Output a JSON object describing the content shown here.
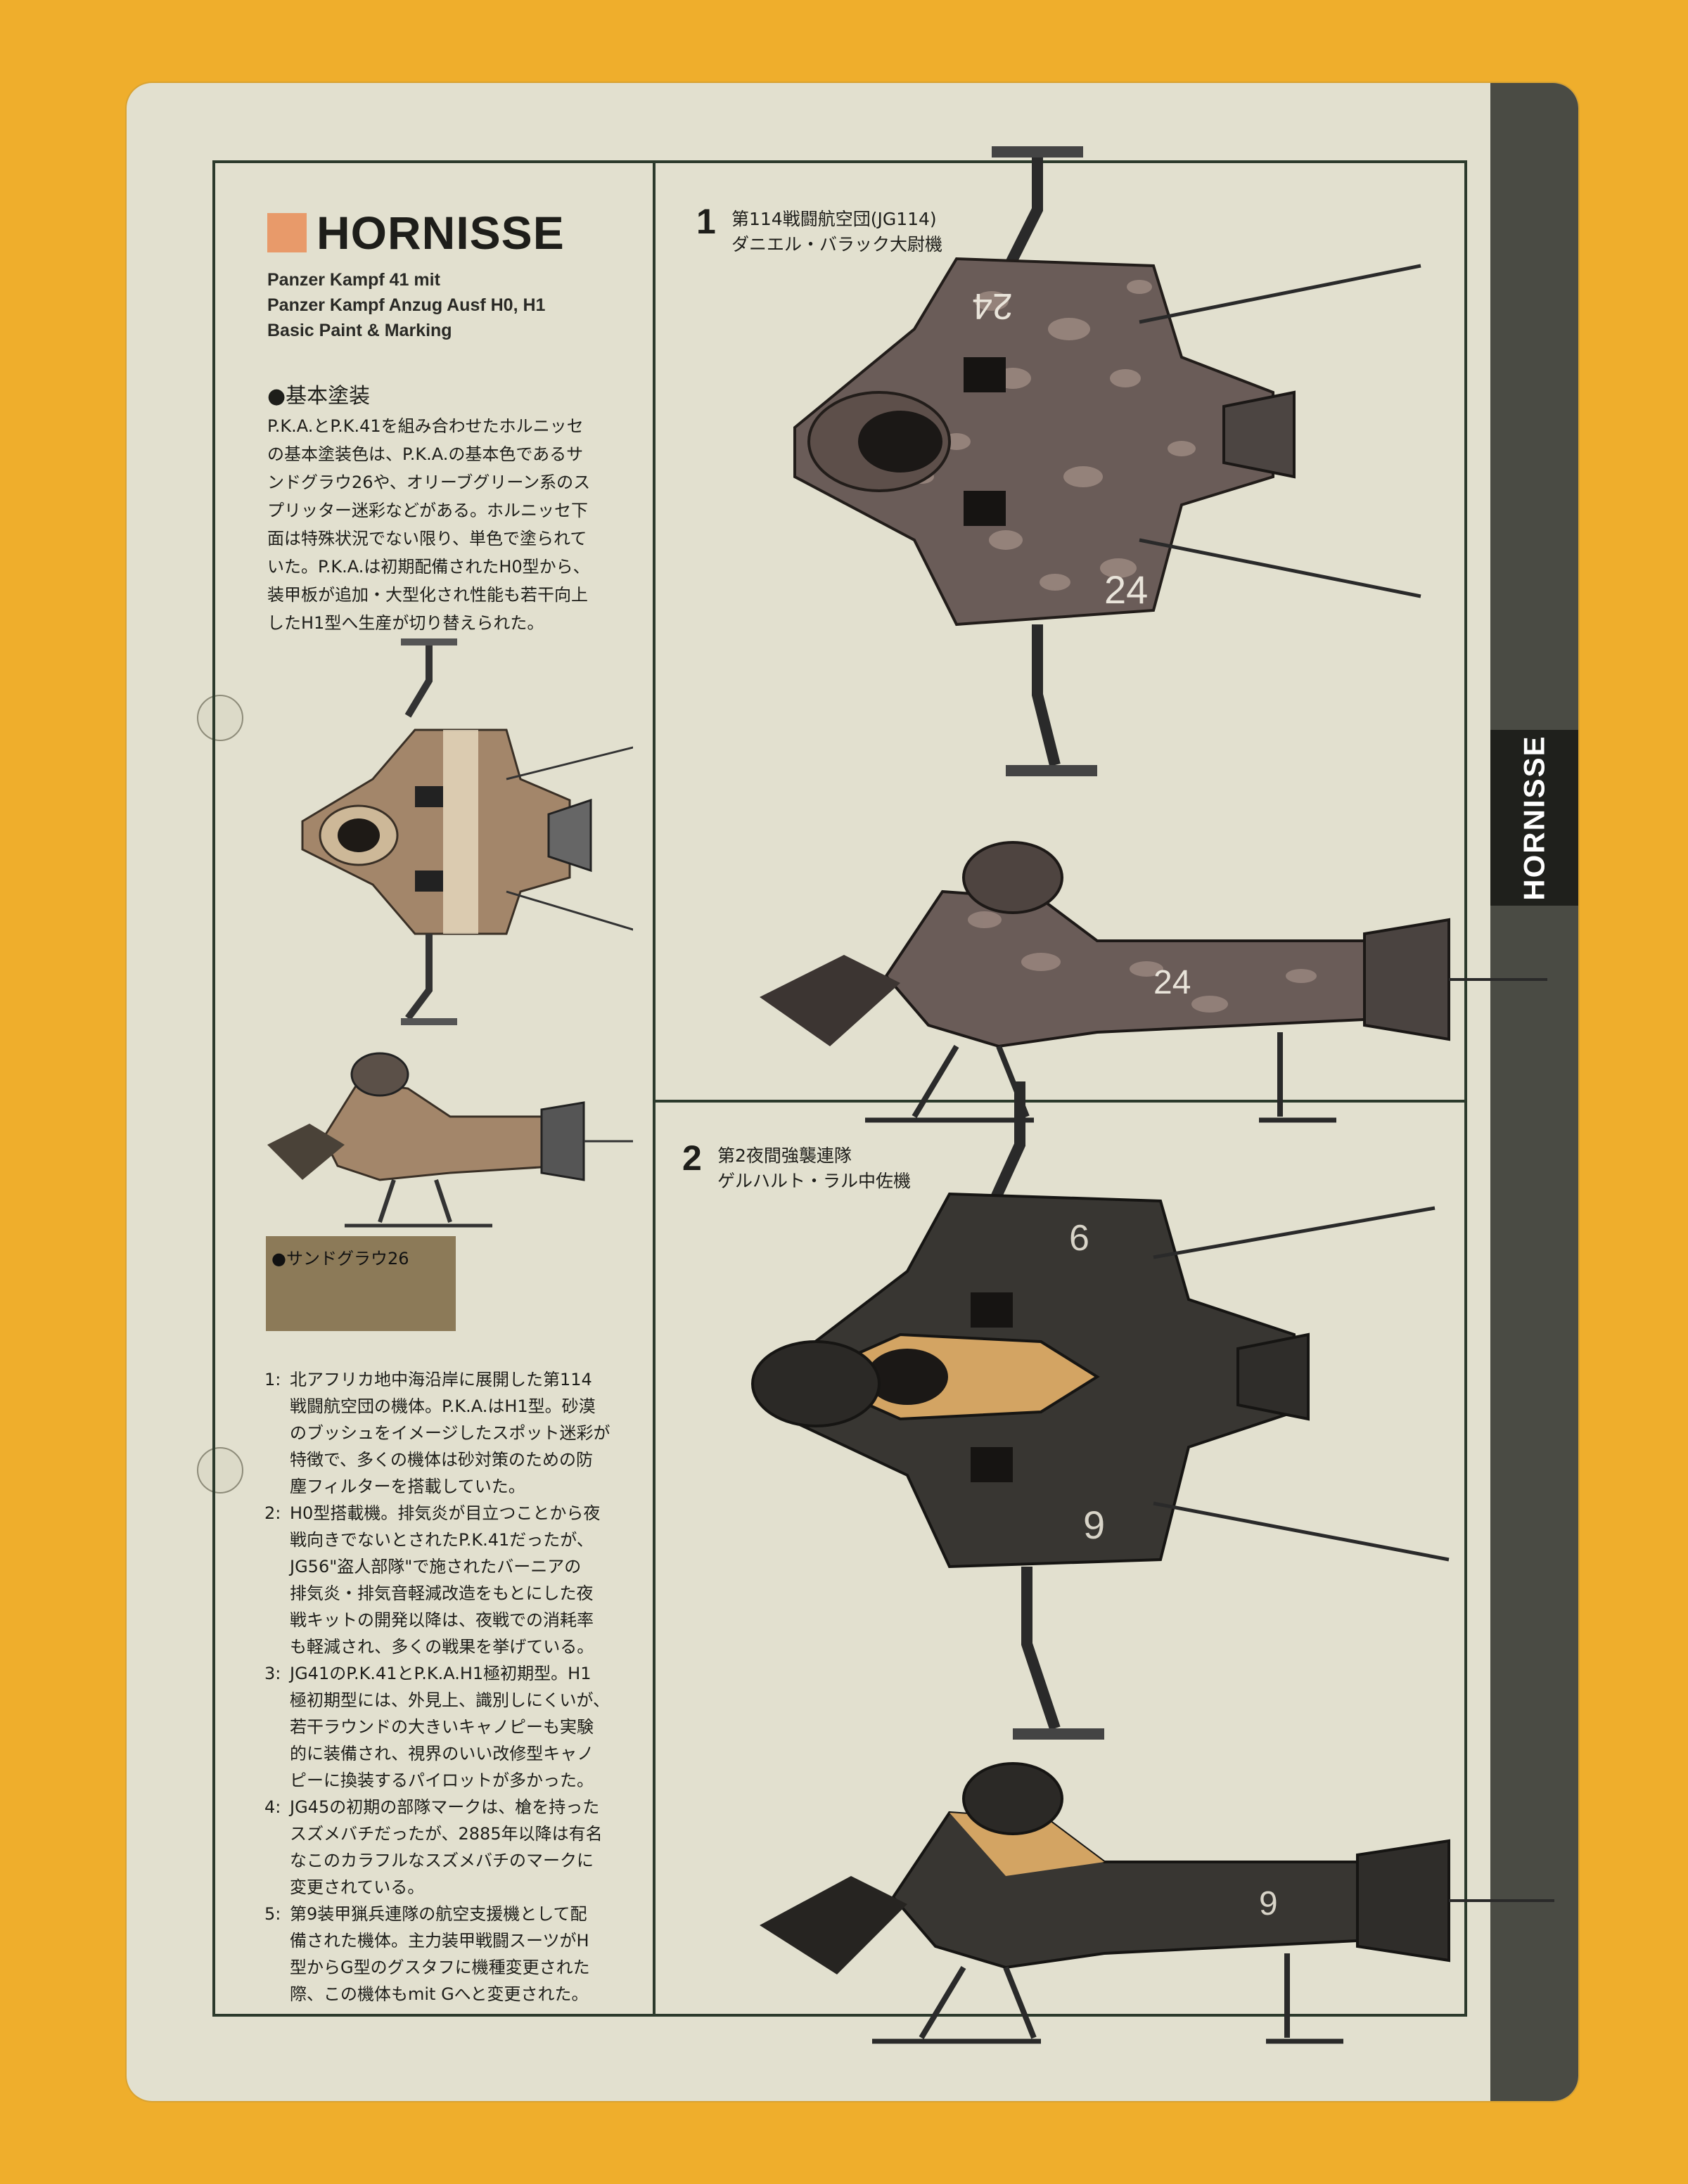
{
  "card": {
    "side_label": "HORNISSE",
    "title": "HORNISSE",
    "subtitle_lines": [
      "Panzer Kampf 41 mit",
      "Panzer Kampf Anzug Ausf H0, H1",
      "Basic Paint & Marking"
    ],
    "section_heading": "●基本塗装",
    "body_lines": [
      "P.K.A.とP.K.41を組み合わせたホルニッセ",
      "の基本塗装色は、P.K.A.の基本色であるサ",
      "ンドグラウ26や、オリーブグリーン系のス",
      "プリッター迷彩などがある。ホルニッセ下",
      "面は特殊状況でない限り、単色で塗られて",
      "いた。P.K.A.は初期配備されたH0型から、",
      "装甲板が追加・大型化され性能も若干向上",
      "したH1型へ生産が切り替えられた。"
    ],
    "swatch": {
      "label": "●サンドグラウ26",
      "color": "#8c7a58"
    },
    "notes": [
      {
        "num": "1:",
        "lines": [
          "北アフリカ地中海沿岸に展開した第114",
          "戦闘航空団の機体。P.K.A.はH1型。砂漠",
          "のブッシュをイメージしたスポット迷彩が",
          "特徴で、多くの機体は砂対策のための防",
          "塵フィルターを搭載していた。"
        ]
      },
      {
        "num": "2:",
        "lines": [
          "H0型搭載機。排気炎が目立つことから夜",
          "戦向きでないとされたP.K.41だったが、",
          "JG56\"盗人部隊\"で施されたバーニアの",
          "排気炎・排気音軽減改造をもとにした夜",
          "戦キットの開発以降は、夜戦での消耗率",
          "も軽減され、多くの戦果を挙げている。"
        ]
      },
      {
        "num": "3:",
        "lines": [
          "JG41のP.K.41とP.K.A.H1極初期型。H1",
          "極初期型には、外見上、識別しにくいが、",
          "若干ラウンドの大きいキャノピーも実験",
          "的に装備され、視界のいい改修型キャノ",
          "ピーに換装するパイロットが多かった。"
        ]
      },
      {
        "num": "4:",
        "lines": [
          "JG45の初期の部隊マークは、槍を持った",
          "スズメバチだったが、2885年以降は有名",
          "なこのカラフルなスズメバチのマークに",
          "変更されている。"
        ]
      },
      {
        "num": "5:",
        "lines": [
          "第9装甲猟兵連隊の航空支援機として配",
          "備された機体。主力装甲戦闘スーツがH",
          "型からG型のグスタフに機種変更された",
          "際、この機体もmit Gへと変更された。"
        ]
      }
    ],
    "entries": [
      {
        "num": "1",
        "line1": "第114戦闘航空団(JG114)",
        "line2": "ダニエル・バラック大尉機",
        "marking": "24",
        "color": "#6a5c58",
        "spot": "#a38f86"
      },
      {
        "num": "2",
        "line1": "第2夜間強襲連隊",
        "line2": "ゲルハルト・ラル中佐機",
        "marking": "9",
        "marking_top": "6",
        "color": "#383632",
        "spot": "#d3a463"
      }
    ],
    "base_model": {
      "marking": "",
      "color": "#a3866a"
    }
  }
}
